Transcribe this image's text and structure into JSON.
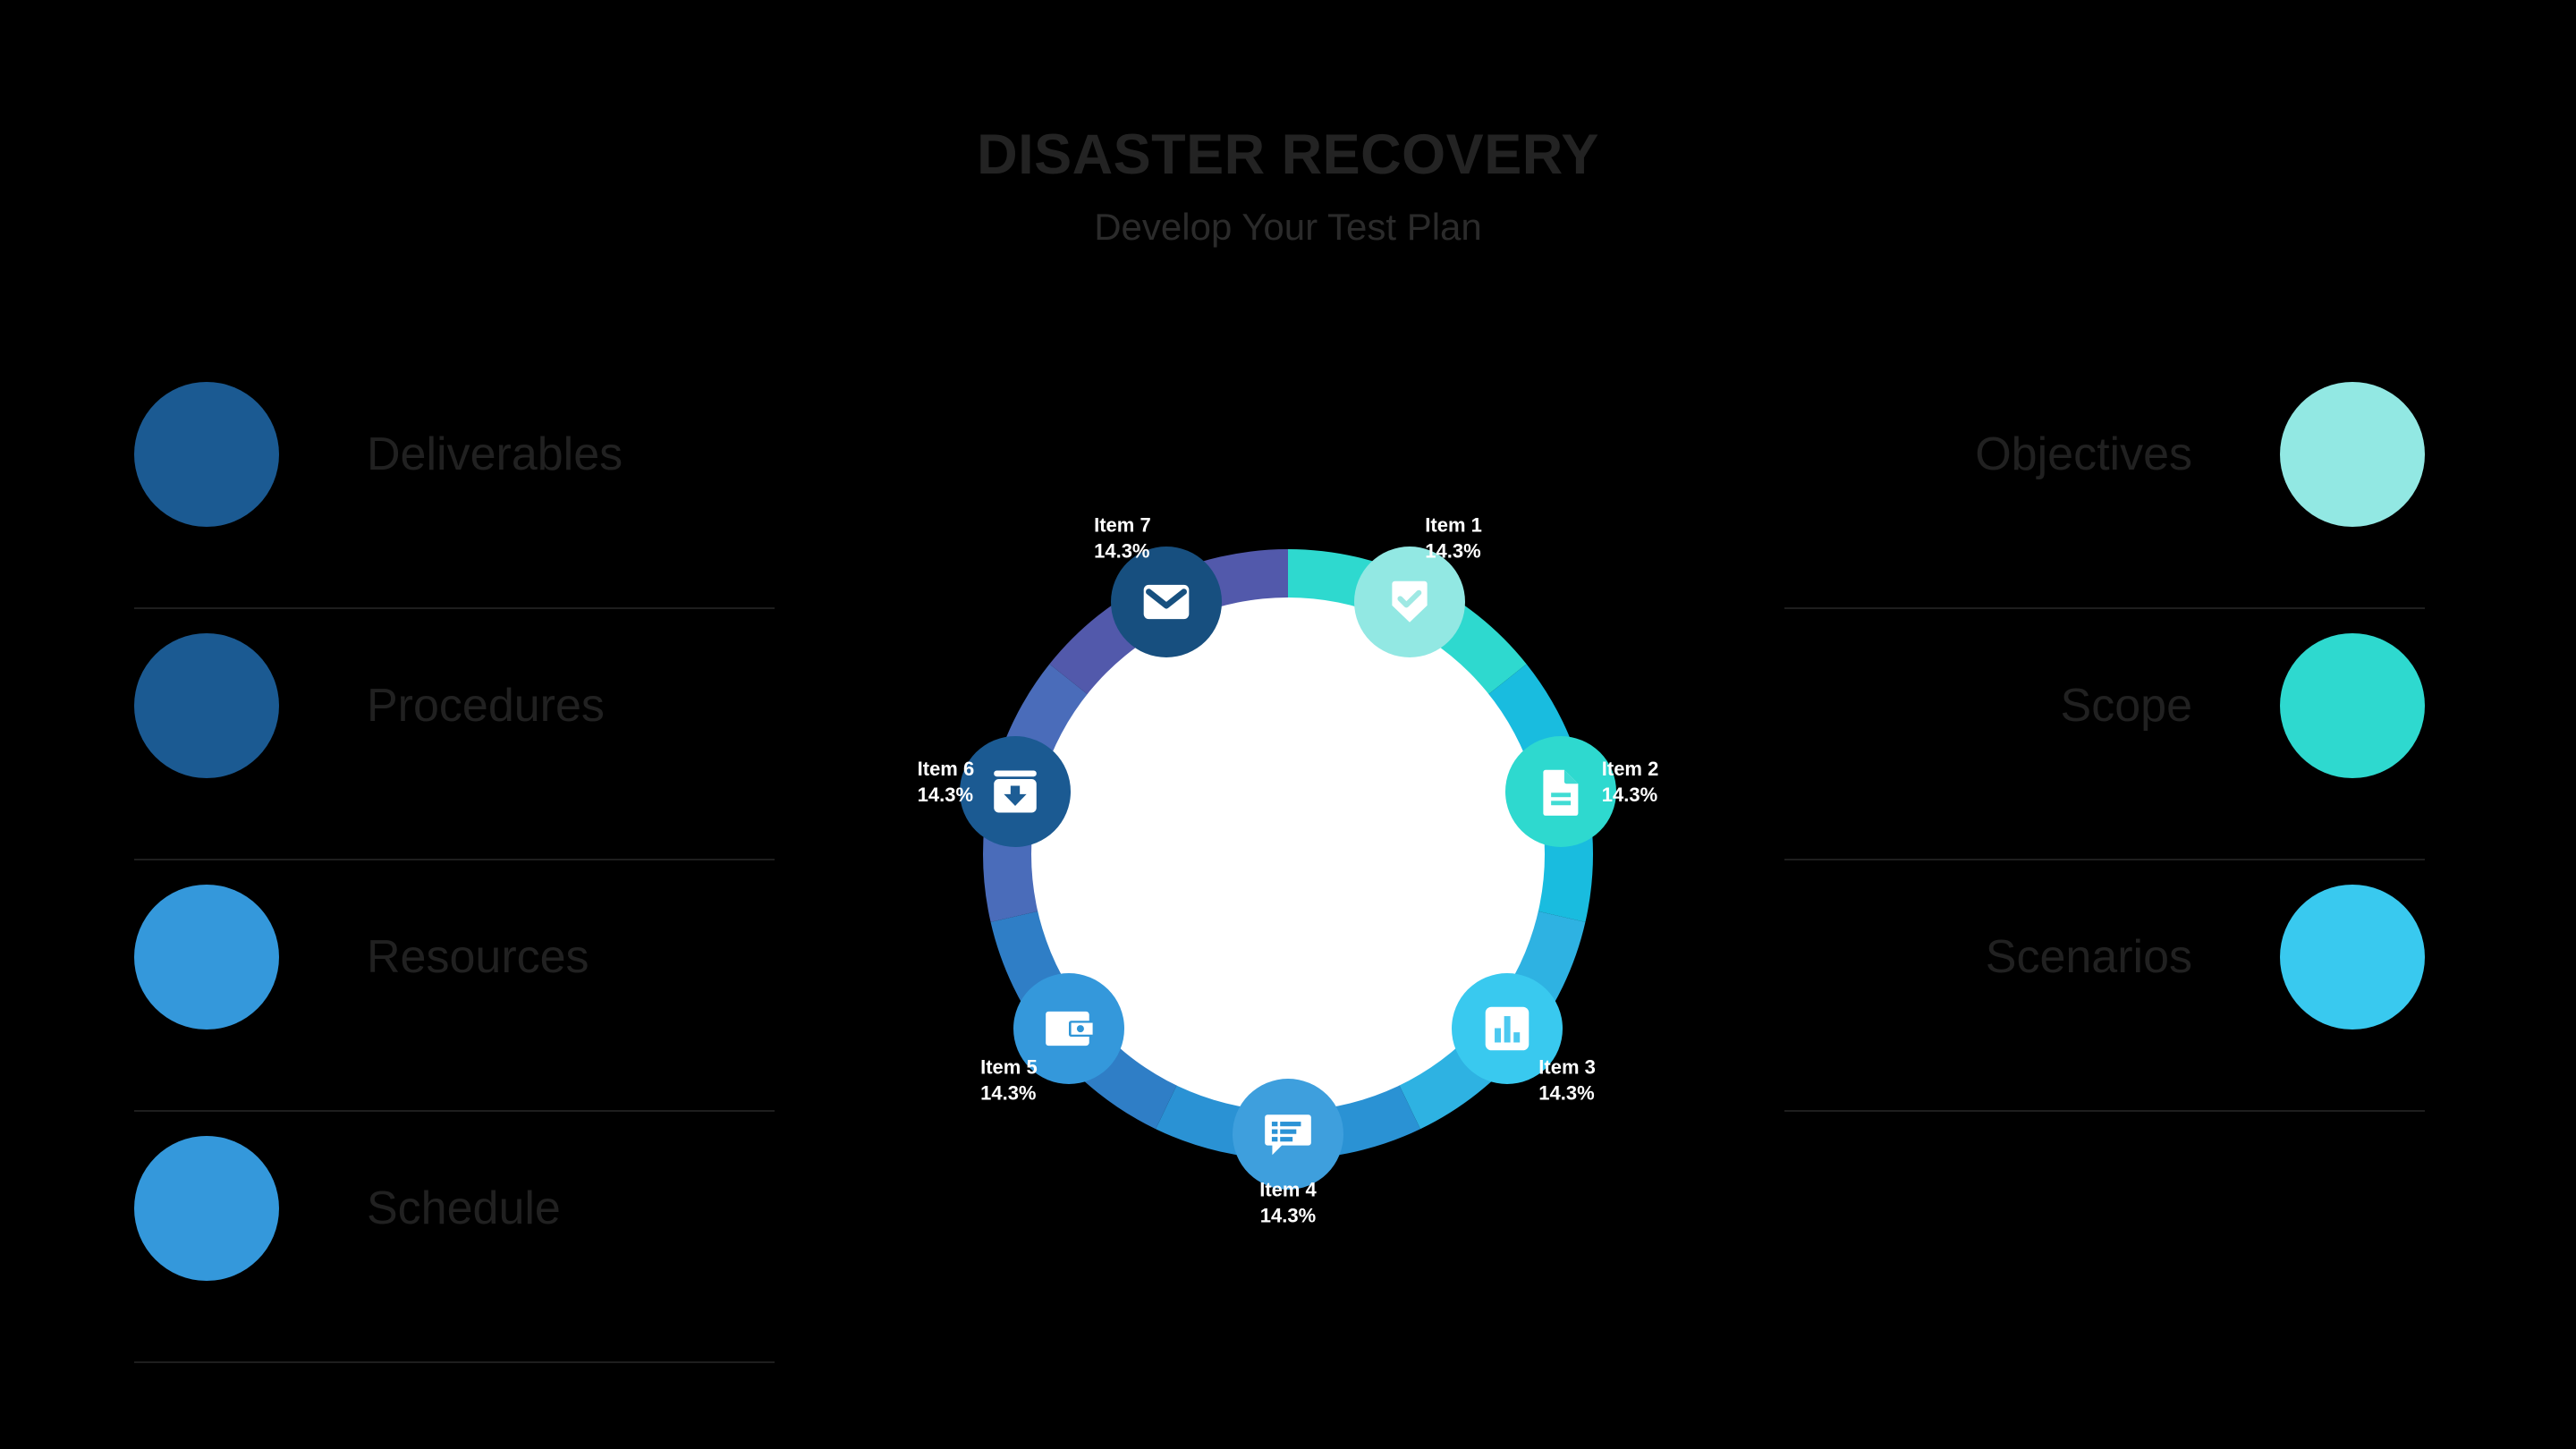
{
  "header": {
    "title": "DISASTER RECOVERY",
    "subtitle": "Develop Your Test Plan",
    "title_color": "#232323",
    "subtitle_color": "#2b2b2b"
  },
  "left_column": {
    "items": [
      {
        "label": "Deliverables",
        "color": "#1b5a92",
        "icon": "filled-circle-bullet"
      },
      {
        "label": "Procedures",
        "color": "#1b5a92",
        "icon": "filled-circle-bullet"
      },
      {
        "label": "Resources",
        "color": "#3498db",
        "icon": "filled-circle-bullet"
      },
      {
        "label": "Schedule",
        "color": "#3498db",
        "icon": "filled-circle-bullet"
      }
    ]
  },
  "right_column": {
    "items": [
      {
        "label": "Objectives",
        "color": "#92e8e3",
        "icon": "filled-circle-bullet"
      },
      {
        "label": "Scope",
        "color": "#2ed9cf",
        "icon": "filled-circle-bullet"
      },
      {
        "label": "Scenarios",
        "color": "#39c9ef",
        "icon": "filled-circle-bullet"
      }
    ]
  },
  "chart_data": {
    "type": "pie",
    "title": "DISASTER RECOVERY",
    "subtitle": "Develop Your Test Plan",
    "hole": 0.72,
    "start_angle_deg": 0,
    "direction": "clockwise",
    "legend": "none",
    "grid": false,
    "categories": [
      "Item 1",
      "Item 2",
      "Item 3",
      "Item 4",
      "Item 5",
      "Item 6",
      "Item 7"
    ],
    "values": [
      14.3,
      14.3,
      14.3,
      14.3,
      14.3,
      14.3,
      14.3
    ],
    "value_labels": [
      "14.3%",
      "14.3%",
      "14.3%",
      "14.3%",
      "14.3%",
      "14.3%",
      "14.3%"
    ],
    "slice_colors": [
      "#2ed9cf",
      "#19bcdf",
      "#2eb2e2",
      "#2a92d4",
      "#2f7ec6",
      "#4a6cba",
      "#5259ab"
    ],
    "segments": [
      {
        "name": "Item 1",
        "percent": "14.3%",
        "value": 14.3,
        "slice_color": "#2ed9cf",
        "node_color": "#92e8e3",
        "icon": "shield-check-icon"
      },
      {
        "name": "Item 2",
        "percent": "14.3%",
        "value": 14.3,
        "slice_color": "#19bcdf",
        "node_color": "#2ed9cf",
        "icon": "document-icon"
      },
      {
        "name": "Item 3",
        "percent": "14.3%",
        "value": 14.3,
        "slice_color": "#2eb2e2",
        "node_color": "#39c9ef",
        "icon": "bar-chart-icon"
      },
      {
        "name": "Item 4",
        "percent": "14.3%",
        "value": 14.3,
        "slice_color": "#2a92d4",
        "node_color": "#3e9fdd",
        "icon": "chat-list-icon"
      },
      {
        "name": "Item 5",
        "percent": "14.3%",
        "value": 14.3,
        "slice_color": "#2f7ec6",
        "node_color": "#3498db",
        "icon": "wallet-icon"
      },
      {
        "name": "Item 6",
        "percent": "14.3%",
        "value": 14.3,
        "slice_color": "#4a6cba",
        "node_color": "#1b5a92",
        "icon": "download-box-icon"
      },
      {
        "name": "Item 7",
        "percent": "14.3%",
        "value": 14.3,
        "slice_color": "#5259ab",
        "node_color": "#174f7f",
        "icon": "mail-icon"
      }
    ],
    "center_color": "#ffffff",
    "background": "#000000"
  }
}
